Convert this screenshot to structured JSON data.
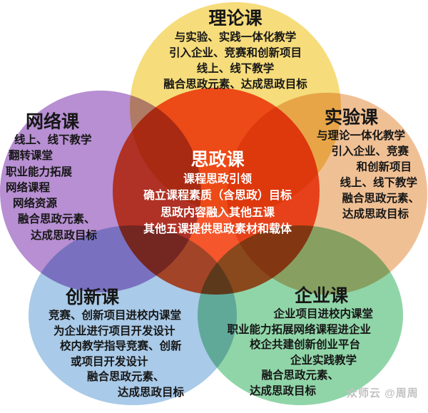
{
  "diagram": {
    "top": {
      "title": "理论课",
      "color": "#f6dc7b",
      "lines": [
        "与实验、实践一体化教学",
        "引入企业、竞赛和创新项目",
        "线上、线下教学",
        "融合思政元素、达成思政目标"
      ]
    },
    "left": {
      "title": "网络课",
      "color": "#b78fd2",
      "lines": [
        "线上、线下教学",
        "翻转课堂",
        "职业能力拓展",
        "网络课程",
        "网络资源",
        "融合思政元素、",
        "达成思政目标"
      ]
    },
    "right": {
      "title": "实验课",
      "color": "#f0c095",
      "lines": [
        "与理论一体化教学",
        "引入企业、竞赛",
        "和创新项目",
        "线上、线下教学",
        "融合思政元素、",
        "达成思政目标"
      ]
    },
    "center": {
      "title": "思政课",
      "color": "#f5562c",
      "text_color": "#ffffff",
      "lines": [
        "课程思政引领",
        "确立课程素质（含思政）目标",
        "思政内容融入其他五课",
        "其他五课提供思政素材和载体"
      ]
    },
    "bottom_left": {
      "title": "创新课",
      "color": "#a9cae8",
      "lines": [
        "竞赛、创新项目进校内课堂",
        "为企业进行项目开发设计",
        "校内教学指导竞赛、创新",
        "或项目开发设计",
        "融合思政元素、",
        "达成思政目标"
      ]
    },
    "bottom_right": {
      "title": "企业课",
      "color": "#90d5a8",
      "lines": [
        "企业项目进校内课堂",
        "职业能力拓展网络课程进企业",
        "校企共建创新创业平台",
        "企业实践教学",
        "融合思政元素、",
        "达成思政目标"
      ]
    }
  },
  "watermark": {
    "text": "众师云 @周周"
  }
}
